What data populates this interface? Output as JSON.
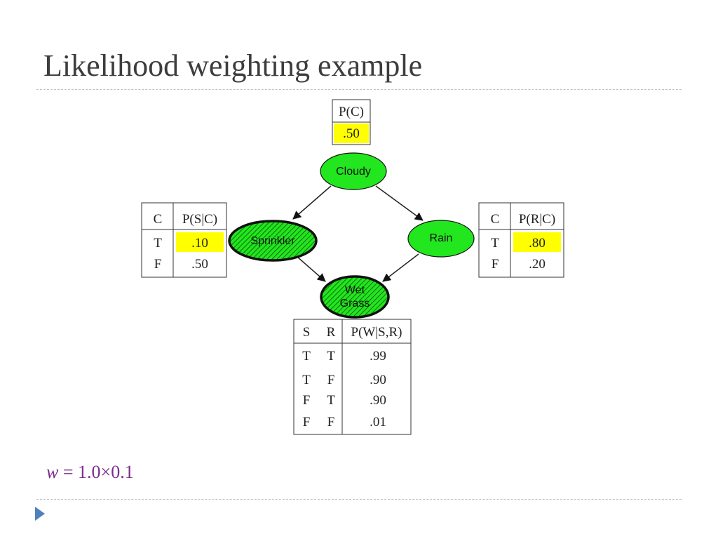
{
  "slide": {
    "title": "Likelihood weighting example",
    "formula": {
      "variable": "w",
      "equals": "=",
      "left": "1.0",
      "times": "×",
      "right": "0.1"
    }
  },
  "nodes": {
    "cloudy": "Cloudy",
    "sprinkler": "Sprinkler",
    "rain": "Rain",
    "wetgrass_line1": "Wet",
    "wetgrass_line2": "Grass"
  },
  "cpt_c": {
    "header": "P(C)",
    "value": ".50"
  },
  "cpt_s": {
    "col_c": "C",
    "col_p": "P(S|C)",
    "rows": [
      {
        "c": "T",
        "p": ".10"
      },
      {
        "c": "F",
        "p": ".50"
      }
    ]
  },
  "cpt_r": {
    "col_c": "C",
    "col_p": "P(R|C)",
    "rows": [
      {
        "c": "T",
        "p": ".80"
      },
      {
        "c": "F",
        "p": ".20"
      }
    ]
  },
  "cpt_w": {
    "col_s": "S",
    "col_r": "R",
    "col_p": "P(W|S,R)",
    "rows": [
      {
        "s": "T",
        "r": "T",
        "p": ".99"
      },
      {
        "s": "T",
        "r": "F",
        "p": ".90"
      },
      {
        "s": "F",
        "r": "T",
        "p": ".90"
      },
      {
        "s": "F",
        "r": "F",
        "p": ".01"
      }
    ]
  },
  "colors": {
    "node_fill": "#22e61e",
    "highlight": "#ffff00",
    "title_text": "#3d3d3d",
    "formula_text": "#7b2d8e",
    "bullet": "#4f81bd"
  }
}
